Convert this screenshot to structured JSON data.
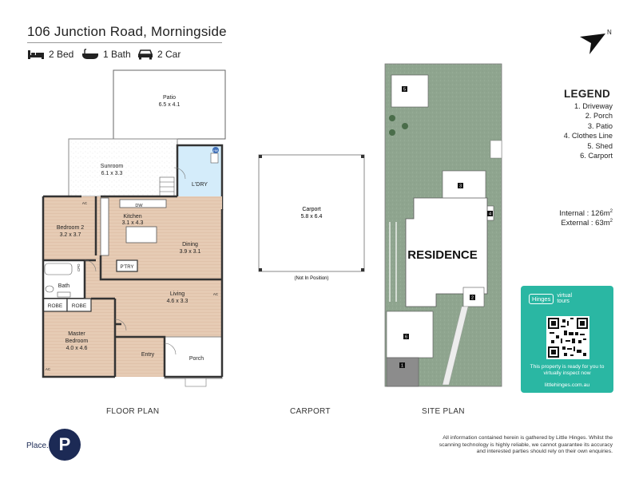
{
  "header": {
    "address": "106 Junction Road, Morningside",
    "beds": "2 Bed",
    "baths": "1 Bath",
    "cars": "2 Car"
  },
  "north_label": "N",
  "floor_plan": {
    "label": "FLOOR PLAN",
    "rooms": {
      "patio": {
        "name": "Patio",
        "dims": "6.5 x 4.1"
      },
      "sunroom": {
        "name": "Sunroom",
        "dims": "6.1 x 3.3"
      },
      "laundry": {
        "name": "L'DRY"
      },
      "bedroom2": {
        "name": "Bedroom 2",
        "dims": "3.2 x 3.7"
      },
      "kitchen": {
        "name": "Kitchen",
        "dims": "3.1 x 4.3"
      },
      "dining": {
        "name": "Dining",
        "dims": "3.9 x 3.1"
      },
      "pantry": {
        "name": "P'TRY"
      },
      "bath": {
        "name": "Bath"
      },
      "cpd": {
        "name": "CPD"
      },
      "robe1": {
        "name": "ROBE"
      },
      "robe2": {
        "name": "ROBE"
      },
      "living": {
        "name": "Living",
        "dims": "4.6 x 3.3"
      },
      "master": {
        "name": "Master",
        "name2": "Bedroom",
        "dims": "4.0 x 4.6"
      },
      "entry": {
        "name": "Entry"
      },
      "porch": {
        "name": "Porch"
      }
    },
    "fixtures": {
      "dw": "DW",
      "ac1": "AC",
      "ac2": "AC",
      "ac3": "AC",
      "hw": "HW"
    }
  },
  "carport_plan": {
    "label": "CARPORT",
    "name": "Carport",
    "dims": "5.8 x 6.4",
    "note": "(Not In Position)"
  },
  "site_plan": {
    "label": "SITE PLAN",
    "residence": "RESIDENCE",
    "markers": [
      "5",
      "3",
      "4",
      "2",
      "6",
      "1"
    ]
  },
  "legend": {
    "title": "LEGEND",
    "items": [
      "1. Driveway",
      "2. Porch",
      "3. Patio",
      "4. Clothes Line",
      "5. Shed",
      "6. Carport"
    ]
  },
  "areas": {
    "internal_label": "Internal  : 126m",
    "external_label": "External :  63m",
    "unit_sup": "2"
  },
  "virtual_tour": {
    "brand": "Hinges",
    "tag1": "virtual",
    "tag2": "tours",
    "message": "This property is ready for you to virtually inspect now",
    "url": "littlehinges.com.au"
  },
  "agency": {
    "name": "Place.",
    "logo_letter": "P"
  },
  "disclaimer": "All information contained herein is gathered by Little Hinges. Whilst the scanning technology is highly reliable, we cannot guarantee its accuracy and interested parties should rely on their own enquiries.",
  "colors": {
    "timber": "#e6cbb4",
    "tile": "#ffffff",
    "laundry": "#d4ecfa",
    "lawn": "#8fa58f",
    "driveway": "#8c8c8c",
    "brand": "#2ab7a3",
    "agency": "#1c2a55"
  }
}
